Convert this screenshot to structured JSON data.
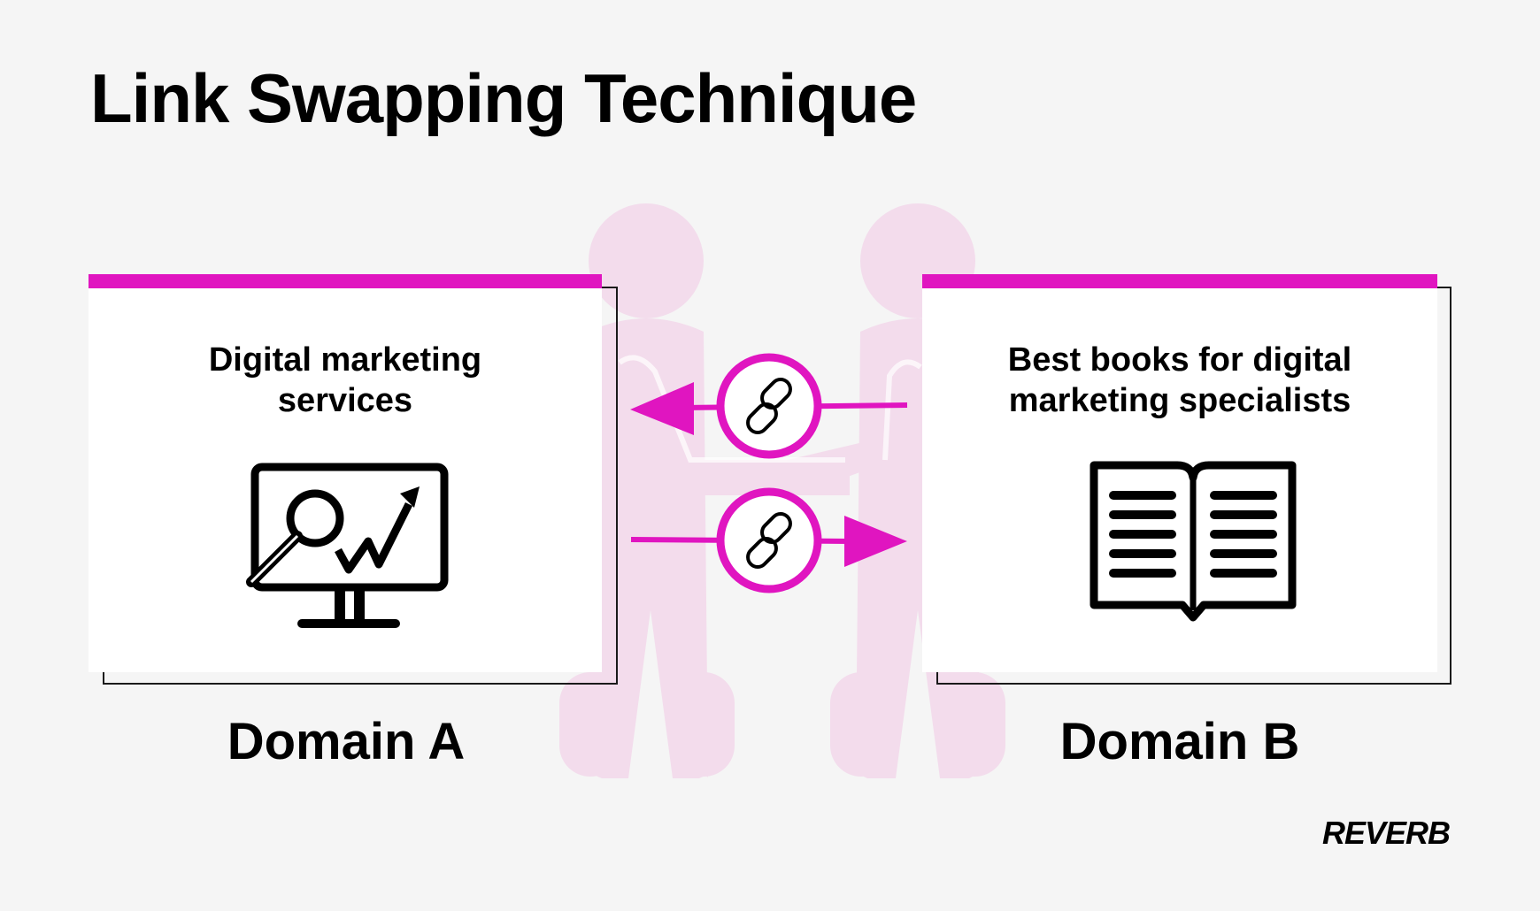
{
  "title": "Link Swapping Technique",
  "colors": {
    "accent": "#e015c0",
    "figure": "#f3dcec",
    "background": "#f5f5f5",
    "card": "#ffffff"
  },
  "domain_a": {
    "card_text_line1": "Digital marketing",
    "card_text_line2": "services",
    "icon": "analytics-monitor-icon",
    "label": "Domain A"
  },
  "domain_b": {
    "card_text_line1": "Best books for digital",
    "card_text_line2": "marketing specialists",
    "icon": "open-book-icon",
    "label": "Domain B"
  },
  "links": [
    {
      "direction": "B to A",
      "icon": "link-chain-icon"
    },
    {
      "direction": "A to B",
      "icon": "link-chain-icon"
    }
  ],
  "logo": {
    "text": "REVERB"
  }
}
